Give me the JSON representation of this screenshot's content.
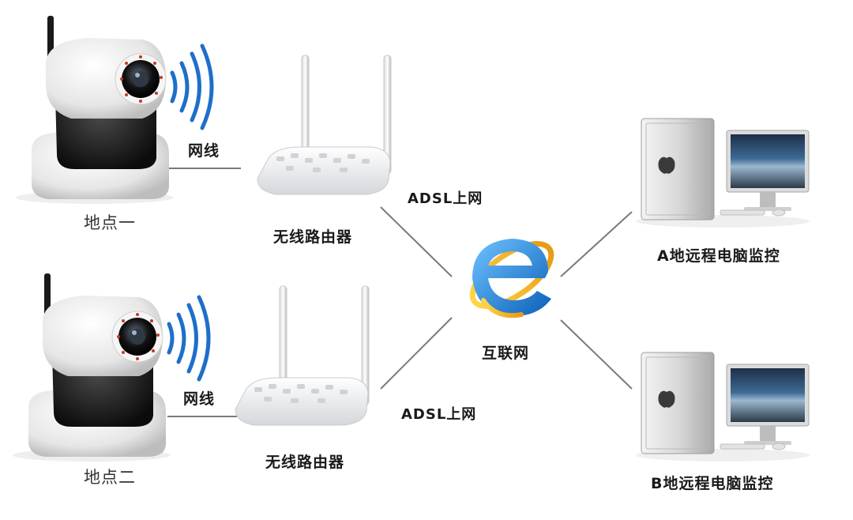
{
  "site_a": {
    "location_label": "地点一",
    "cable_label": "网线",
    "router_label": "无线路由器",
    "uplink_label": "ADSL上网"
  },
  "site_b": {
    "location_label": "地点二",
    "cable_label": "网线",
    "router_label": "无线路由器",
    "uplink_label": "ADSL上网"
  },
  "internet": {
    "label": "互联网",
    "icon": "internet-explorer-icon"
  },
  "monitors": [
    {
      "label": "A地远程电脑监控",
      "icon": "desktop-computer-icon"
    },
    {
      "label": "B地远程电脑监控",
      "icon": "desktop-computer-icon"
    }
  ],
  "colors": {
    "connector_line": "#7a7a7a",
    "wifi_wave": "#1e6fc9",
    "ie_blue": "#1a7fd4",
    "ie_ring": "#f2b530"
  }
}
